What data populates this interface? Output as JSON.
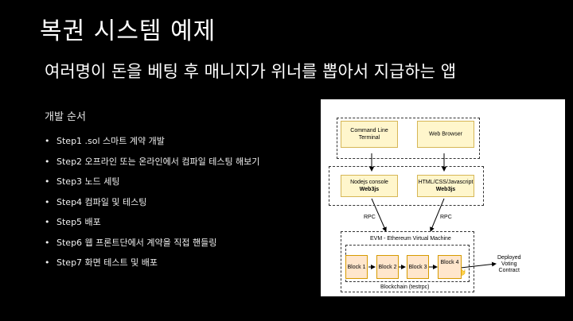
{
  "title": "복권 시스템 예제",
  "subtitle": "여러명이 돈을 베팅 후 매니지가 위너를 뽑아서 지급하는 앱",
  "section_title": "개발 순서",
  "bullet": "•",
  "steps": [
    "Step1 .sol 스마트 계약 개발",
    "Step2 오프라인 또는 온라인에서 컴파일 테스팅 해보기",
    "Step3 노드 세팅",
    "Step4 컴파일 및 테스팅",
    "Step5 배포",
    "Step6 웹 프론트단에서 계약을 직접 핸들링",
    "Step7 화면 테스트 및 배포"
  ],
  "diagram": {
    "command_line": "Command Line\nTerminal",
    "web_browser": "Web Browser",
    "nodejs": "Nodejs console",
    "nodejs_lib": "Web3js",
    "html": "HTML/CSS/Javascript",
    "html_lib": "Web3js",
    "rpc_left": "RPC",
    "rpc_right": "RPC",
    "evm": "EVM - Ethereum Virtual Machine",
    "blocks": [
      "Block 1",
      "Block 2",
      "Block 3",
      "Block 4"
    ],
    "blockchain": "Blockchain (testrpc)",
    "deployed": "Deployed\nVoting\nContract"
  }
}
